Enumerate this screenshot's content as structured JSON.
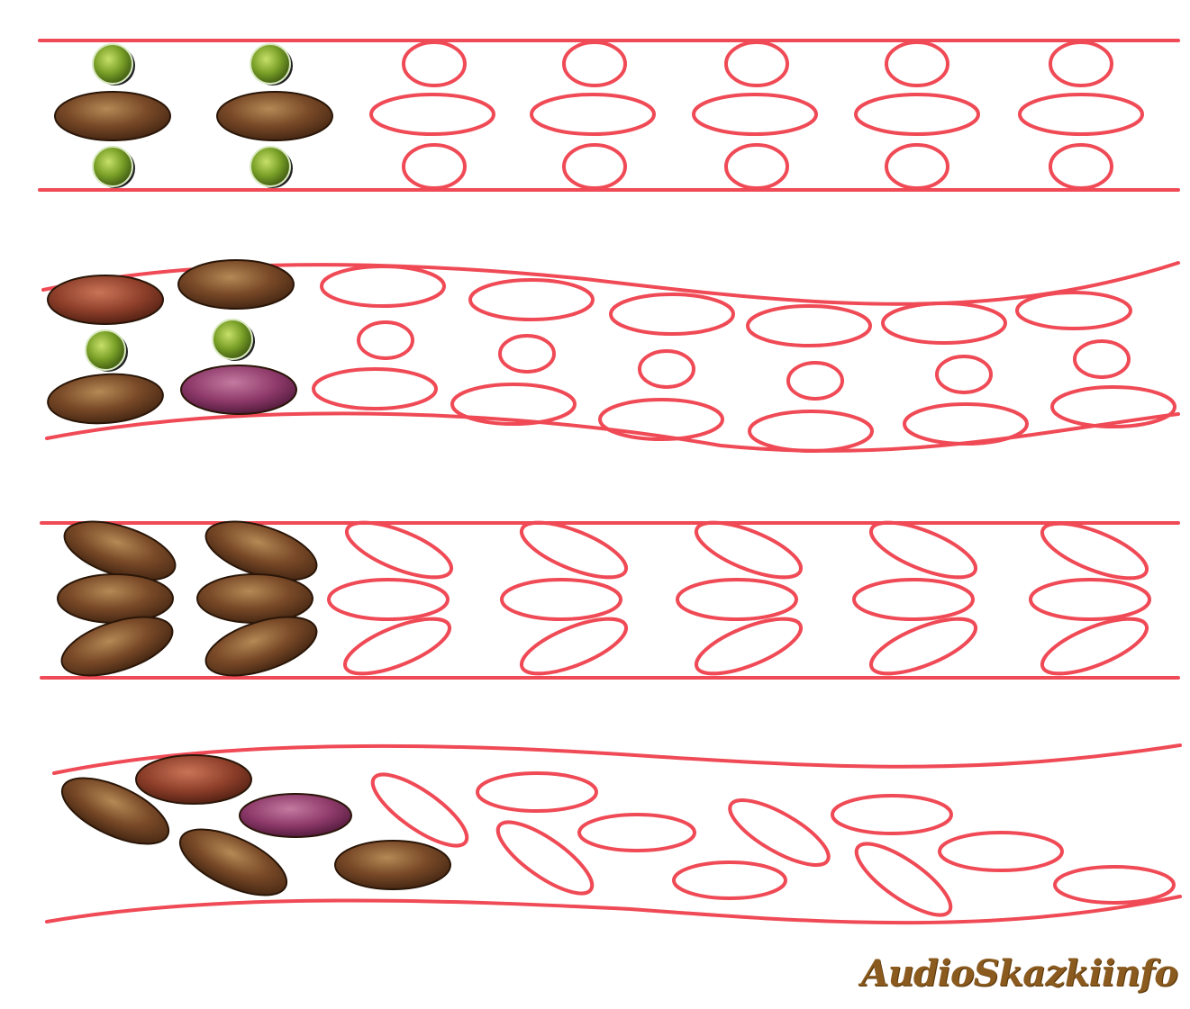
{
  "watermark": "AudioSkazkiinfo",
  "colors": {
    "line": "#ef4a55",
    "pea": "#7aa028",
    "bean_brown": "#6b3e22",
    "bean_red": "#8e2f24",
    "bean_purple": "#8e3a6a",
    "background": "#ffffff"
  },
  "rows": [
    {
      "name": "row-1-straight",
      "pattern": [
        "pea",
        "bean",
        "pea"
      ],
      "samples": [
        [
          "pea",
          "bean_brown",
          "pea"
        ],
        [
          "pea",
          "bean_brown",
          "pea"
        ]
      ],
      "empty_columns": 5
    },
    {
      "name": "row-2-wavy",
      "pattern": [
        "bean",
        "pea",
        "bean"
      ],
      "samples": [
        [
          "bean_red",
          "pea",
          "bean_brown"
        ],
        [
          "bean_brown",
          "pea",
          "bean_purple"
        ]
      ],
      "empty_columns": 6
    },
    {
      "name": "row-3-straight-tilted",
      "pattern": [
        "bean-tilt-down",
        "bean",
        "bean-tilt-up"
      ],
      "samples": [
        [
          "bean_brown",
          "bean_brown",
          "bean_brown"
        ],
        [
          "bean_brown",
          "bean_brown",
          "bean_brown"
        ]
      ],
      "empty_columns": 5
    },
    {
      "name": "row-4-wavy-scatter",
      "pattern": [
        "scattered-beans"
      ],
      "samples": [
        [
          "bean_brown",
          "bean_red",
          "bean_brown",
          "bean_purple",
          "bean_brown"
        ]
      ],
      "empty_shapes": 10
    }
  ]
}
